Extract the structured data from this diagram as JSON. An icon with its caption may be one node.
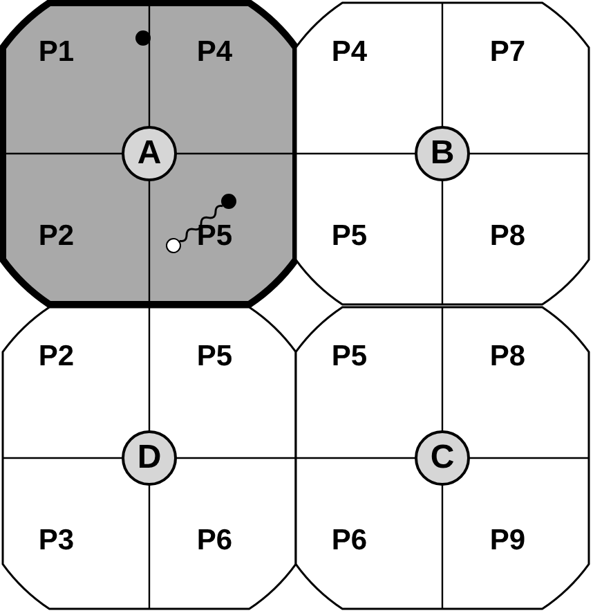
{
  "diagram": {
    "nodes": [
      {
        "text": [
          "P1",
          "P4",
          "P2",
          "P5"
        ]
      },
      {
        "text": [
          "A"
        ],
        "in": 0
      },
      {
        "text": [
          "P4",
          "P7",
          "P5",
          "P8"
        ]
      },
      {
        "text": [
          "B"
        ],
        "in": 2
      },
      {
        "text": [
          "P2",
          "P5",
          "P3",
          "P6"
        ]
      },
      {
        "text": [
          "D"
        ],
        "in": 4
      },
      {
        "text": [
          "P5",
          "P8",
          "P6",
          "P9"
        ]
      },
      {
        "text": [
          "C"
        ],
        "in": 6
      },
      {
        "text": [],
        "shape": "circle",
        "in": 0
      },
      {
        "text": [],
        "shape": "circle",
        "in": 0
      },
      {
        "text": [],
        "shape": "circle",
        "in": 0
      }
    ],
    "edges": [
      {
        "from": 9,
        "to": 10,
        "arrow": "none"
      }
    ]
  }
}
